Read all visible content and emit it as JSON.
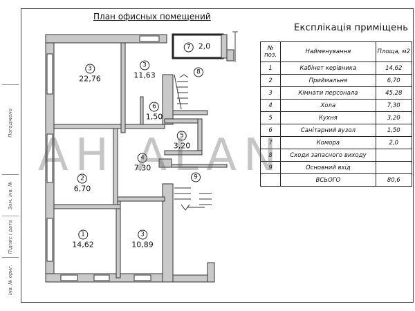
{
  "plan": {
    "title": "План офисных помещений",
    "rooms": [
      {
        "num": "3",
        "area": "22,76"
      },
      {
        "num": "3",
        "area": "11,63"
      },
      {
        "num": "7",
        "area": "2,0"
      },
      {
        "num": "8",
        "area": ""
      },
      {
        "num": "6",
        "area": "1,50"
      },
      {
        "num": "5",
        "area": "3,20"
      },
      {
        "num": "4",
        "area": "7,30"
      },
      {
        "num": "2",
        "area": "6,70"
      },
      {
        "num": "9",
        "area": ""
      },
      {
        "num": "1",
        "area": "14,62"
      },
      {
        "num": "3",
        "area": "10,89"
      }
    ]
  },
  "side_stamp": [
    "Погоджено",
    "Інв. № ориг.",
    "Підпис і дата",
    "Зам. інв. №"
  ],
  "explication": {
    "title": "Експлікація приміщень",
    "headers": [
      "№ поз.",
      "Найменування",
      "Площа, м2"
    ],
    "rows": [
      [
        "1",
        "Кабінет керівника",
        "14,62"
      ],
      [
        "2",
        "Приймальня",
        "6,70"
      ],
      [
        "3",
        "Кімнати персонала",
        "45,28"
      ],
      [
        "4",
        "Хола",
        "7,30"
      ],
      [
        "5",
        "Кухня",
        "3,20"
      ],
      [
        "6",
        "Санітарний вузол",
        "1,50"
      ],
      [
        "7",
        "Комора",
        "2,0"
      ],
      [
        "8",
        "Сходи запасного виходу",
        ""
      ],
      [
        "9",
        "Основний вхід",
        ""
      ],
      [
        "",
        "ВСЬОГО",
        "80,6"
      ]
    ]
  },
  "watermark": "AH ALAN"
}
